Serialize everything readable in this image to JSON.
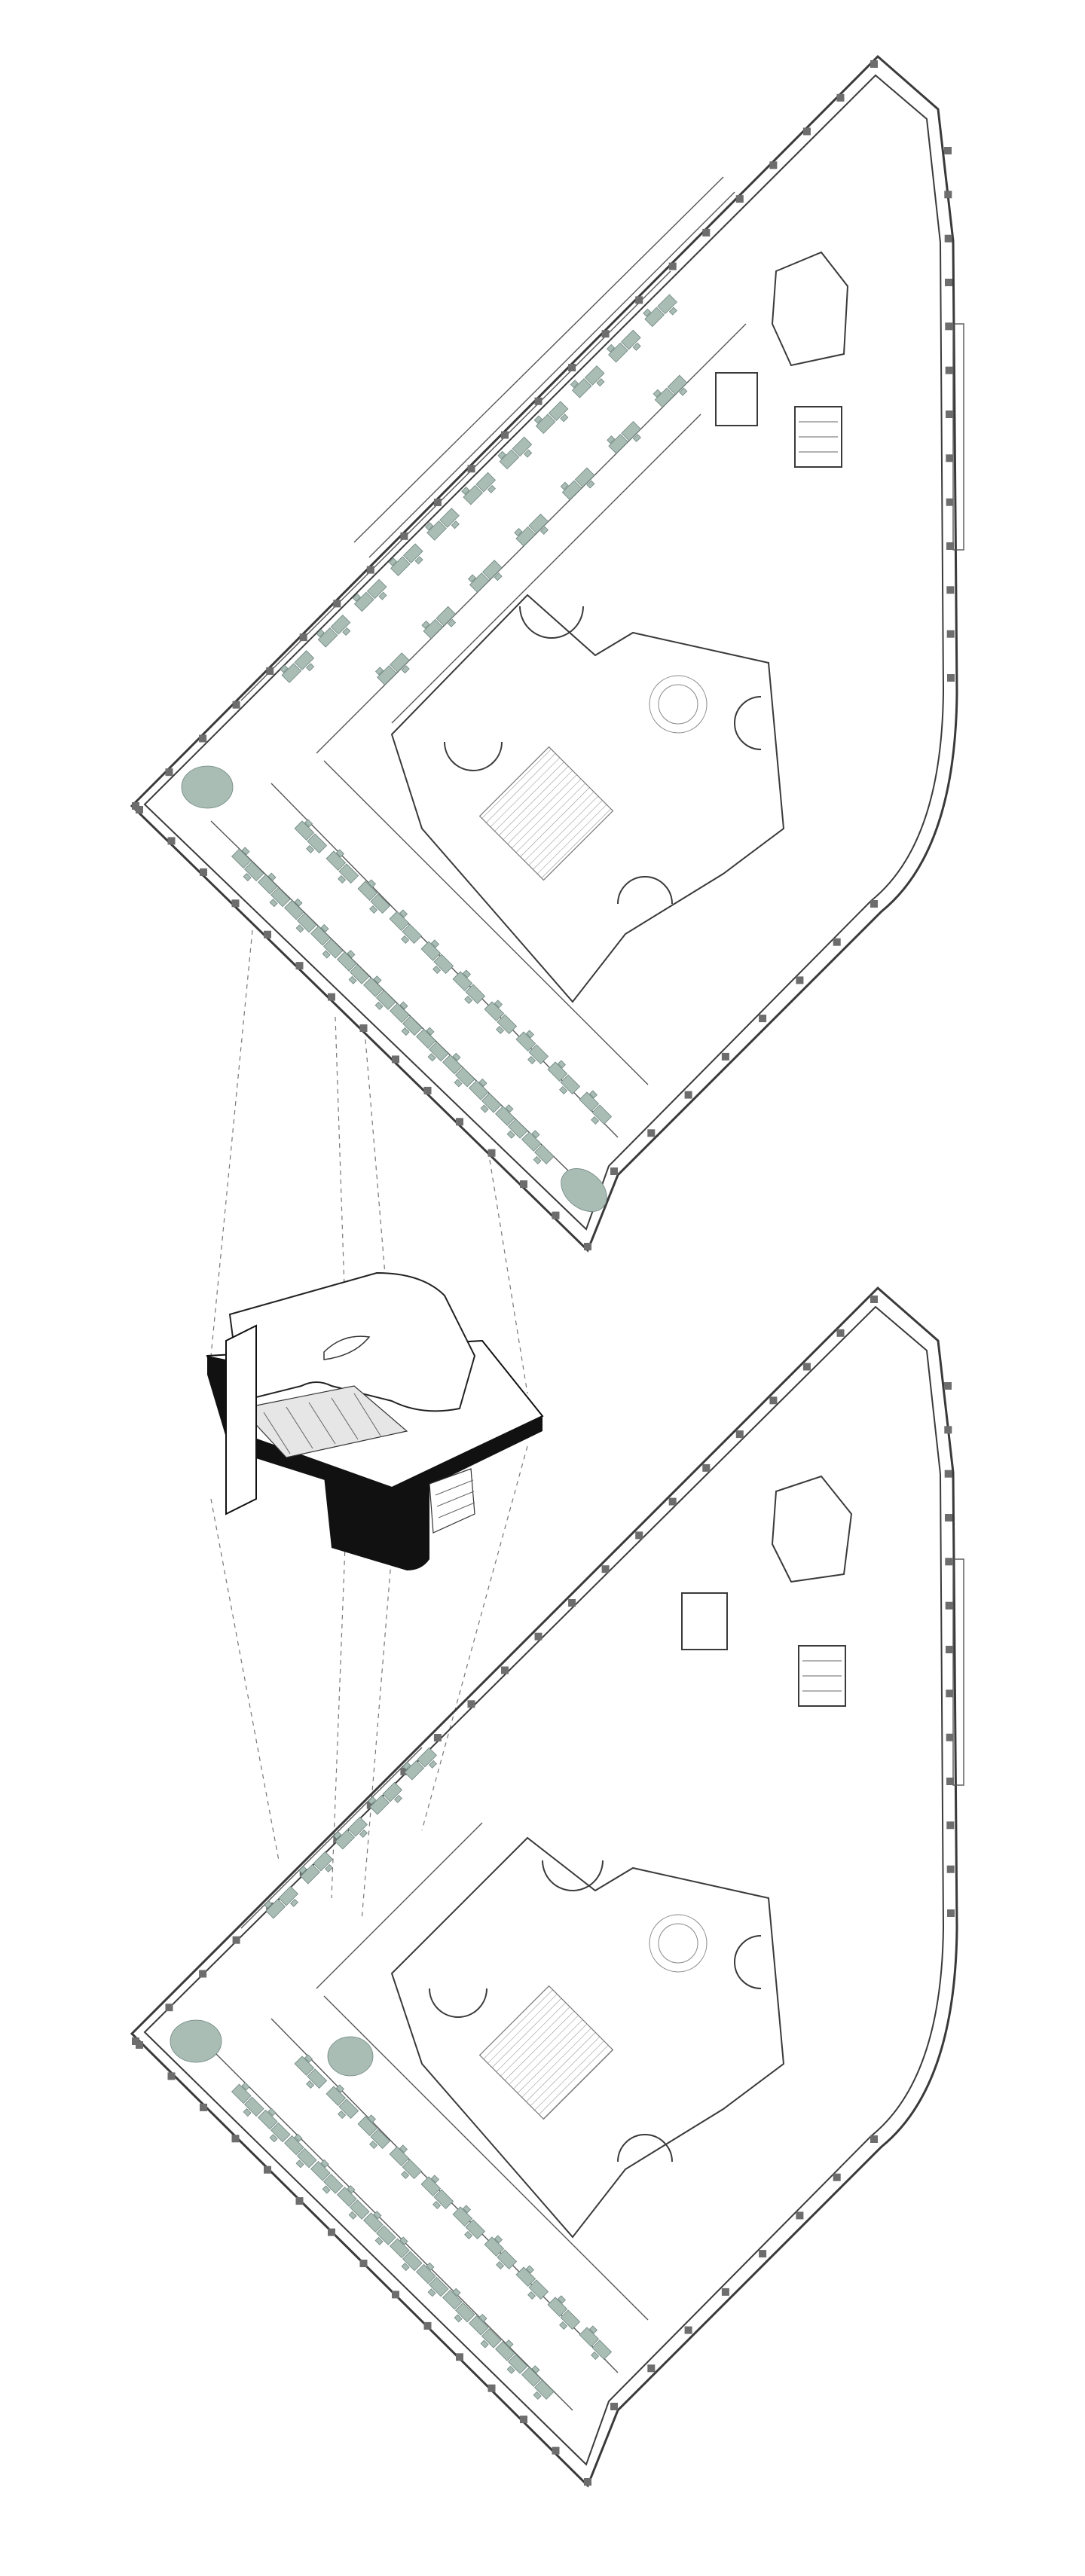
{
  "figure": {
    "views": [
      {
        "id": "upper-floor-plan"
      },
      {
        "id": "section-model"
      },
      {
        "id": "lower-floor-plan"
      }
    ],
    "colors": {
      "background": "#ffffff",
      "walls": "#3a3a3a",
      "columns": "#6d6d6d",
      "furniture": "#a9bdb5",
      "model_solid": "#111111",
      "model_surface": "#e6e6e6"
    }
  }
}
